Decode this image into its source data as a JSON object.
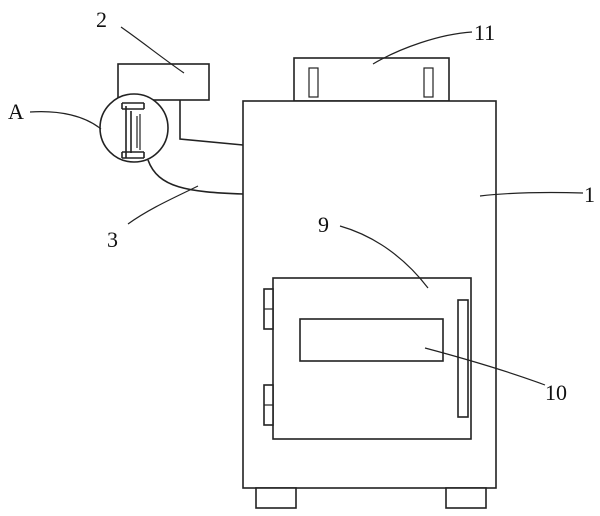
{
  "labels": {
    "body": "1",
    "top_box": "2",
    "arm": "3",
    "door": "9",
    "window": "10",
    "top_unit": "11",
    "detail": "A"
  },
  "colors": {
    "line": "#222222",
    "background": "#ffffff"
  }
}
